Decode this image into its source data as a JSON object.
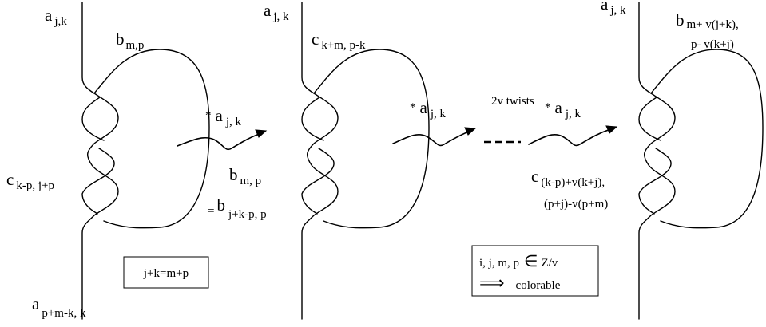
{
  "colors": {
    "ink": "#000000",
    "background": "#ffffff"
  },
  "panel1": {
    "top_label": "a",
    "top_sub": "j,k",
    "right_label": "b",
    "right_sub": "m,p",
    "left_label": "c",
    "left_sub": "k-p, j+p",
    "bottom_label": "a",
    "bottom_sub": "p+m-k, k",
    "box_text": "j+k=m+p"
  },
  "arrow1": {
    "star": "*",
    "label": "a",
    "sub": "j, k"
  },
  "panel2": {
    "top_label": "a",
    "top_sub": "j, k",
    "right_label": "c",
    "right_sub": "k+m, p-k",
    "mid_label": "b",
    "mid_sub": "m, p",
    "eq_sign": "=",
    "eq_label": "b",
    "eq_sub": "j+k-p, p"
  },
  "arrow2": {
    "star": "*",
    "label": "a",
    "sub": "j, k"
  },
  "twists_label": "2v twists",
  "arrow3": {
    "star": "*",
    "label": "a",
    "sub": "j, k"
  },
  "panel3": {
    "top_label": "a",
    "top_sub": "j, k",
    "right_label": "b",
    "right_sub_1": "m+ v(j+k),",
    "right_sub_2": "p- v(k+j)",
    "left_label": "c",
    "left_sub_1": "(k-p)+v(k+j),",
    "left_sub_2": "(p+j)-v(p+m)",
    "box_line1_text": "i, j, m, p",
    "box_line1_symbol": "∈",
    "box_line1_set": "Z/v",
    "box_line2_symbol": "⟹",
    "box_line2_text": "colorable"
  },
  "icons": {
    "implies": "implies-arrow-icon",
    "element_of": "element-of-icon"
  }
}
